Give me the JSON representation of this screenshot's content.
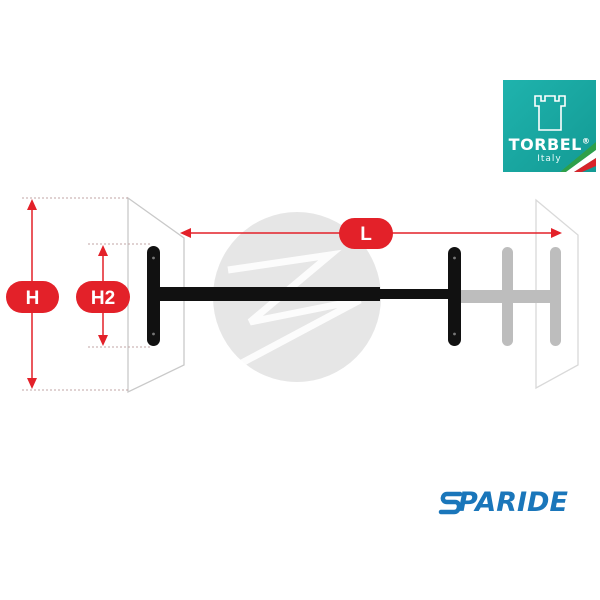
{
  "dimensions": {
    "height_label": "H",
    "height2_label": "H2",
    "length_label": "L"
  },
  "brand_logo": {
    "name": "TORBEL",
    "registered_mark": "®",
    "subtitle": "Italy"
  },
  "shop_logo": {
    "text": "PARIDE"
  },
  "colors": {
    "accent_red": "#e32129",
    "bar_black": "#111111",
    "logo_teal": "#1aa9a3",
    "brand_blue": "#1a76ba"
  }
}
